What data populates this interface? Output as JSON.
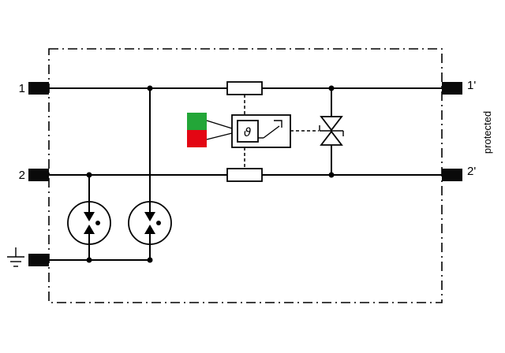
{
  "diagram": {
    "type": "surge-protection-device-schematic",
    "terminals": {
      "left_top": "1",
      "left_bottom": "2",
      "right_top": "1'",
      "right_bottom": "2'"
    },
    "labels": {
      "protected": "protected",
      "theta": "ϑ"
    },
    "colors": {
      "line": "#000000",
      "background": "#ffffff",
      "indicator_green": "#23a638",
      "indicator_red": "#e30613"
    },
    "components": {
      "gas_discharge_tubes": 2,
      "decoupling_impedances": 2,
      "thermal_disconnect_switch": 1,
      "bidirectional_suppressor_diode": 1,
      "status_indicator_colors": [
        "green",
        "red"
      ]
    }
  }
}
